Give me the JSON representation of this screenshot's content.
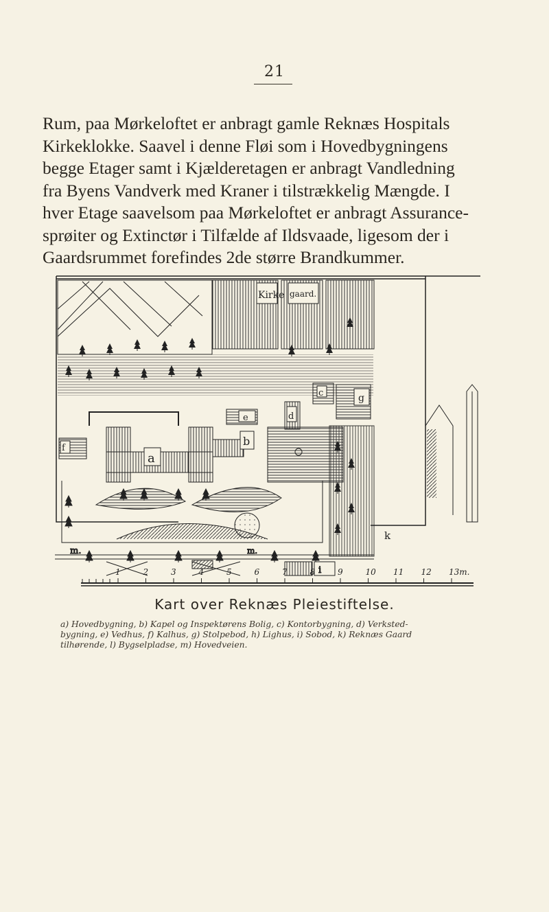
{
  "page": {
    "number": "21"
  },
  "body_text": [
    "Rum, paa Mørkeloftet er anbragt gamle Reknæs Hospitals",
    "Kirkeklokke. Saavel i denne Fløi som i Hovedbygningens",
    "begge Etager samt i Kjælderetagen er anbragt Vandledning",
    "fra Byens Vandverk med Kraner i tilstrækkelig Mængde. I",
    "hver Etage saavelsom paa Mørkeloftet er anbragt Assurance-",
    "sprøiter og Extinctør i Tilfælde af Ildsvaade, ligesom der i",
    "Gaardsrummet forefindes 2de større Brandkummer."
  ],
  "map": {
    "labels": {
      "kirke": "Kirke",
      "gaard": "gaard.",
      "a": "a",
      "b": "b",
      "c": "c",
      "d": "d",
      "e": "e",
      "f": "f",
      "g": "g",
      "i": "i",
      "k": "k",
      "m1": "m.",
      "m2": "m."
    },
    "scale": {
      "ticks": [
        "1",
        "2",
        "3",
        "4",
        "5",
        "6",
        "7",
        "8",
        "9",
        "10",
        "11",
        "12",
        "13m."
      ]
    }
  },
  "caption": {
    "title": "Kart over Reknæs Pleiestiftelse.",
    "legend_lines": [
      "a) Hovedbygning, b) Kapel og Inspektørens Bolig, c) Kontorbygning, d) Verksted-",
      "bygning, e) Vedhus, f) Kalhus, g) Stolpebod, h) Lighus, i) Sobod, k) Reknæs Gaard",
      "tilhørende, l) Bygselpladse, m) Hovedveien."
    ]
  }
}
